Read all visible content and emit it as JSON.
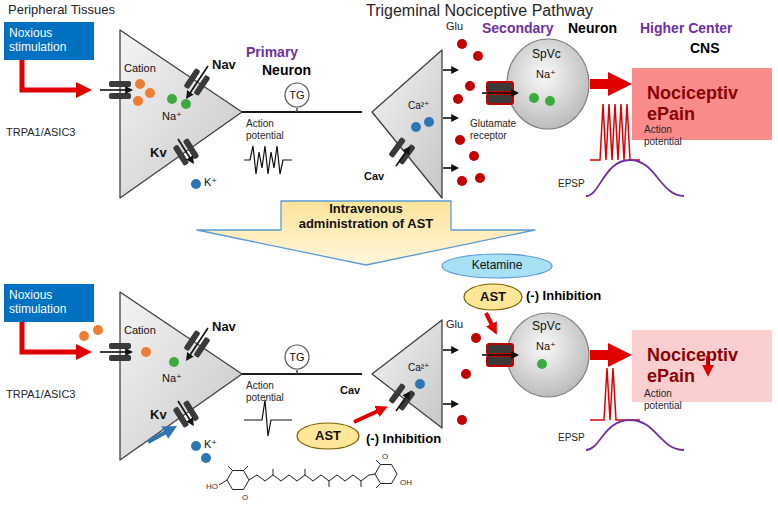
{
  "diagram": {
    "title": "Trigeminal Nociceptive Pathway",
    "nodes": [
      {
        "text": [
          "Noxious stimulation"
        ]
      },
      {
        "text": [
          "Cation",
          "Nav",
          "Na⁺",
          "Kv",
          "K⁺"
        ]
      },
      {
        "text": [
          "TG"
        ]
      },
      {
        "text": [
          "Ca²⁺",
          "Cav"
        ]
      },
      {
        "text": [
          "SpVc",
          "Na⁺"
        ]
      },
      {
        "text": [
          "Nociceptiv ePain"
        ]
      },
      {
        "text": [
          "Intravenous administration of AST"
        ]
      },
      {
        "text": [
          "Ketamine"
        ]
      },
      {
        "text": [
          "AST"
        ]
      },
      {
        "text": [
          "Noxious stimulation"
        ]
      },
      {
        "text": [
          "Cation",
          "Nav",
          "Na⁺",
          "Kv",
          "K⁺"
        ]
      },
      {
        "text": [
          "TG"
        ]
      },
      {
        "text": [
          "Ca²⁺",
          "Cav"
        ]
      },
      {
        "text": [
          "AST"
        ]
      },
      {
        "text": [
          "SpVc",
          "Na⁺"
        ]
      },
      {
        "text": [
          "Nociceptiv ePain"
        ]
      }
    ],
    "edges": [
      {
        "from": 0,
        "to": 1,
        "arrow": "to"
      },
      {
        "from": 1,
        "to": 3,
        "arrow": "none"
      },
      {
        "from": 4,
        "to": 5,
        "arrow": "to"
      },
      {
        "from": 9,
        "to": 10,
        "arrow": "to"
      },
      {
        "from": 10,
        "to": 12,
        "arrow": "none"
      },
      {
        "from": 14,
        "to": 15,
        "arrow": "to"
      }
    ],
    "labels": [
      "Peripheral Tissues",
      "Primary",
      "Neuron",
      "Secondary",
      "Neuron",
      "Higher Center",
      "CNS",
      "TRPA1/ASIC3",
      "Action potential",
      "Glu",
      "Glutamate receptor",
      "Action potential",
      "EPSP",
      "(-) Inhibition",
      "TRPA1/ASIC3",
      "Action potential",
      "Glu",
      "(-) Inhibition",
      "Action potential",
      "EPSP",
      "O",
      "OH",
      "HO",
      "O"
    ]
  }
}
